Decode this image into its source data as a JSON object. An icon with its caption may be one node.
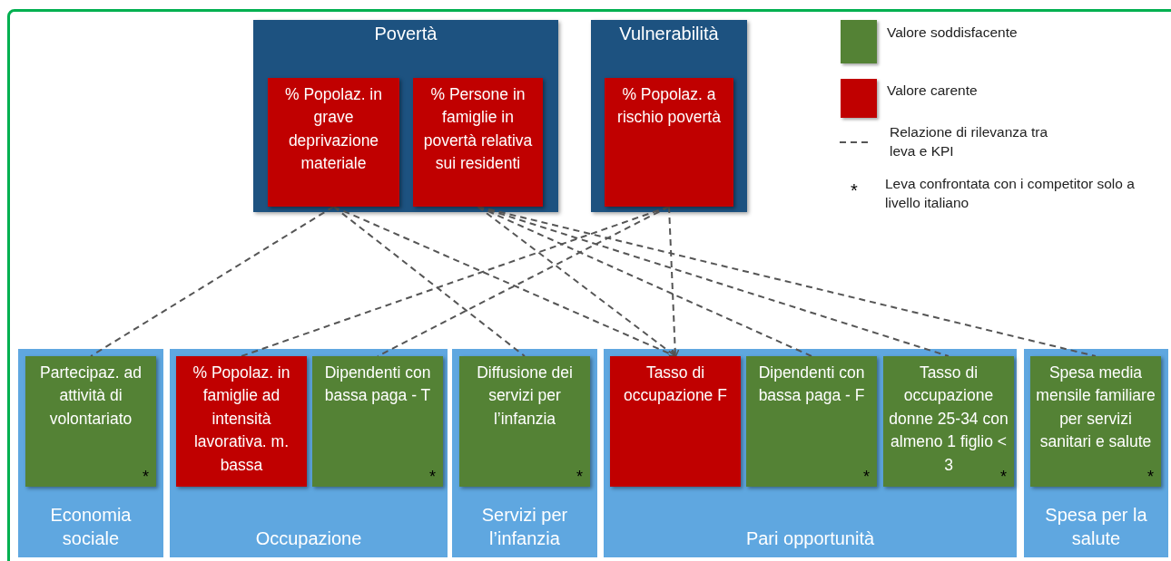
{
  "diagram": {
    "nodes": [
      {
        "text": [
          "Povertà"
        ]
      },
      {
        "text": [
          "% Popolaz. in grave deprivazione materiale"
        ],
        "in": 0
      },
      {
        "text": [
          "% Persone in famiglie in povertà relativa sui residenti"
        ],
        "in": 0
      },
      {
        "text": [
          "Vulnerabilità"
        ]
      },
      {
        "text": [
          "% Popolaz. a rischio povertà"
        ],
        "in": 3
      },
      {
        "text": [
          "Economia sociale"
        ]
      },
      {
        "text": [
          "Partecipaz. ad attività di volontariato",
          "*"
        ],
        "in": 5
      },
      {
        "text": [
          "Occupazione"
        ]
      },
      {
        "text": [
          "% Popolaz. in famiglie ad intensità lavorativa. m. bassa"
        ],
        "in": 7
      },
      {
        "text": [
          "Dipendenti con bassa paga - T",
          "*"
        ],
        "in": 7
      },
      {
        "text": [
          "Servizi per l’infanzia"
        ]
      },
      {
        "text": [
          "Diffusione dei servizi per l’infanzia",
          "*"
        ],
        "in": 10
      },
      {
        "text": [
          "Pari opportunità"
        ]
      },
      {
        "text": [
          "Tasso di occupazione F"
        ],
        "in": 12
      },
      {
        "text": [
          "Dipendenti con bassa paga - F",
          "*"
        ],
        "in": 12
      },
      {
        "text": [
          "Tasso di occupazione donne 25-34 con almeno 1 figlio < 3",
          "*"
        ],
        "in": 12
      },
      {
        "text": [
          "Spesa per la salute"
        ]
      },
      {
        "text": [
          "Spesa media mensile familiare per servizi sanitari e salute",
          "*"
        ],
        "in": 16
      }
    ],
    "edges": [
      {
        "from": 1,
        "to": 6,
        "arrow": "none",
        "style": "dashed"
      },
      {
        "from": 1,
        "to": 11,
        "arrow": "none",
        "style": "dashed"
      },
      {
        "from": 1,
        "to": 13,
        "arrow": "to",
        "style": "dashed"
      },
      {
        "from": 2,
        "to": 13,
        "arrow": "to",
        "style": "dashed"
      },
      {
        "from": 2,
        "to": 14,
        "arrow": "none",
        "style": "dashed"
      },
      {
        "from": 2,
        "to": 15,
        "arrow": "none",
        "style": "dashed"
      },
      {
        "from": 2,
        "to": 17,
        "arrow": "none",
        "style": "dashed"
      },
      {
        "from": 4,
        "to": 8,
        "arrow": "none",
        "style": "dashed"
      },
      {
        "from": 4,
        "to": 9,
        "arrow": "none",
        "style": "dashed"
      },
      {
        "from": 4,
        "to": 13,
        "arrow": "to",
        "style": "dashed"
      }
    ],
    "labels": [
      "*"
    ],
    "legend": [
      {
        "text": "Valore soddisfacente",
        "color": "#548235"
      },
      {
        "text": "Valore carente",
        "color": "#c00000"
      },
      {
        "text": "Relazione di rilevanza tra leva e KPI"
      },
      {
        "text": "Leva confrontata con i competitor solo a livello italiano"
      }
    ]
  }
}
